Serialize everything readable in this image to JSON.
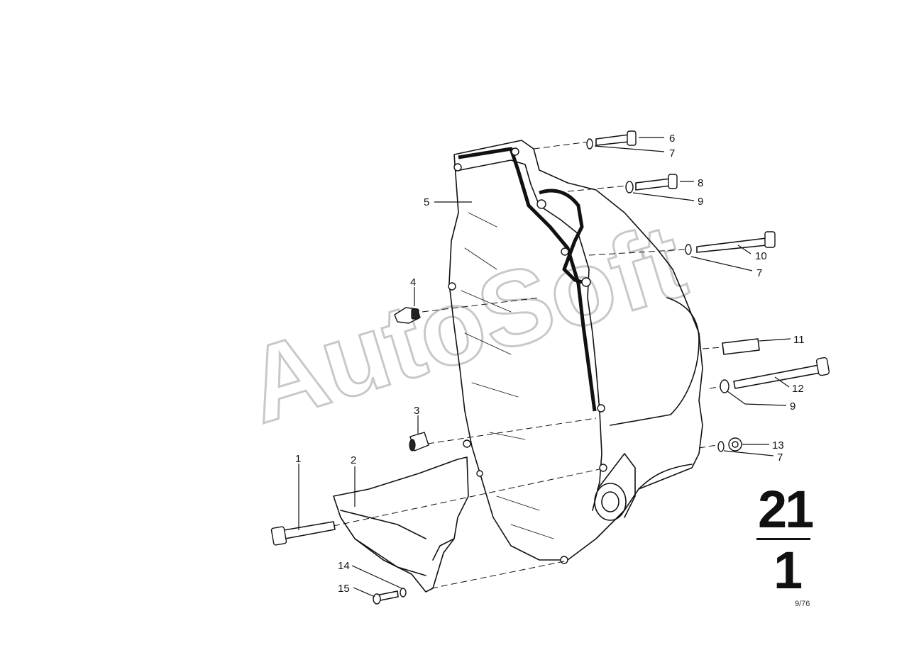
{
  "diagram": {
    "watermark": "AutoSoft",
    "group_top": "21",
    "group_bottom": "1",
    "ref_code": "9/76",
    "callouts": [
      {
        "key": "c6",
        "label": "6"
      },
      {
        "key": "c7a",
        "label": "7"
      },
      {
        "key": "c8",
        "label": "8"
      },
      {
        "key": "c9a",
        "label": "9"
      },
      {
        "key": "c5",
        "label": "5"
      },
      {
        "key": "c10",
        "label": "10"
      },
      {
        "key": "c7b",
        "label": "7"
      },
      {
        "key": "c4",
        "label": "4"
      },
      {
        "key": "c11",
        "label": "11"
      },
      {
        "key": "c12",
        "label": "12"
      },
      {
        "key": "c9b",
        "label": "9"
      },
      {
        "key": "c3",
        "label": "3"
      },
      {
        "key": "c13",
        "label": "13"
      },
      {
        "key": "c7c",
        "label": "7"
      },
      {
        "key": "c1",
        "label": "1"
      },
      {
        "key": "c2",
        "label": "2"
      },
      {
        "key": "c14",
        "label": "14"
      },
      {
        "key": "c15",
        "label": "15"
      }
    ]
  }
}
